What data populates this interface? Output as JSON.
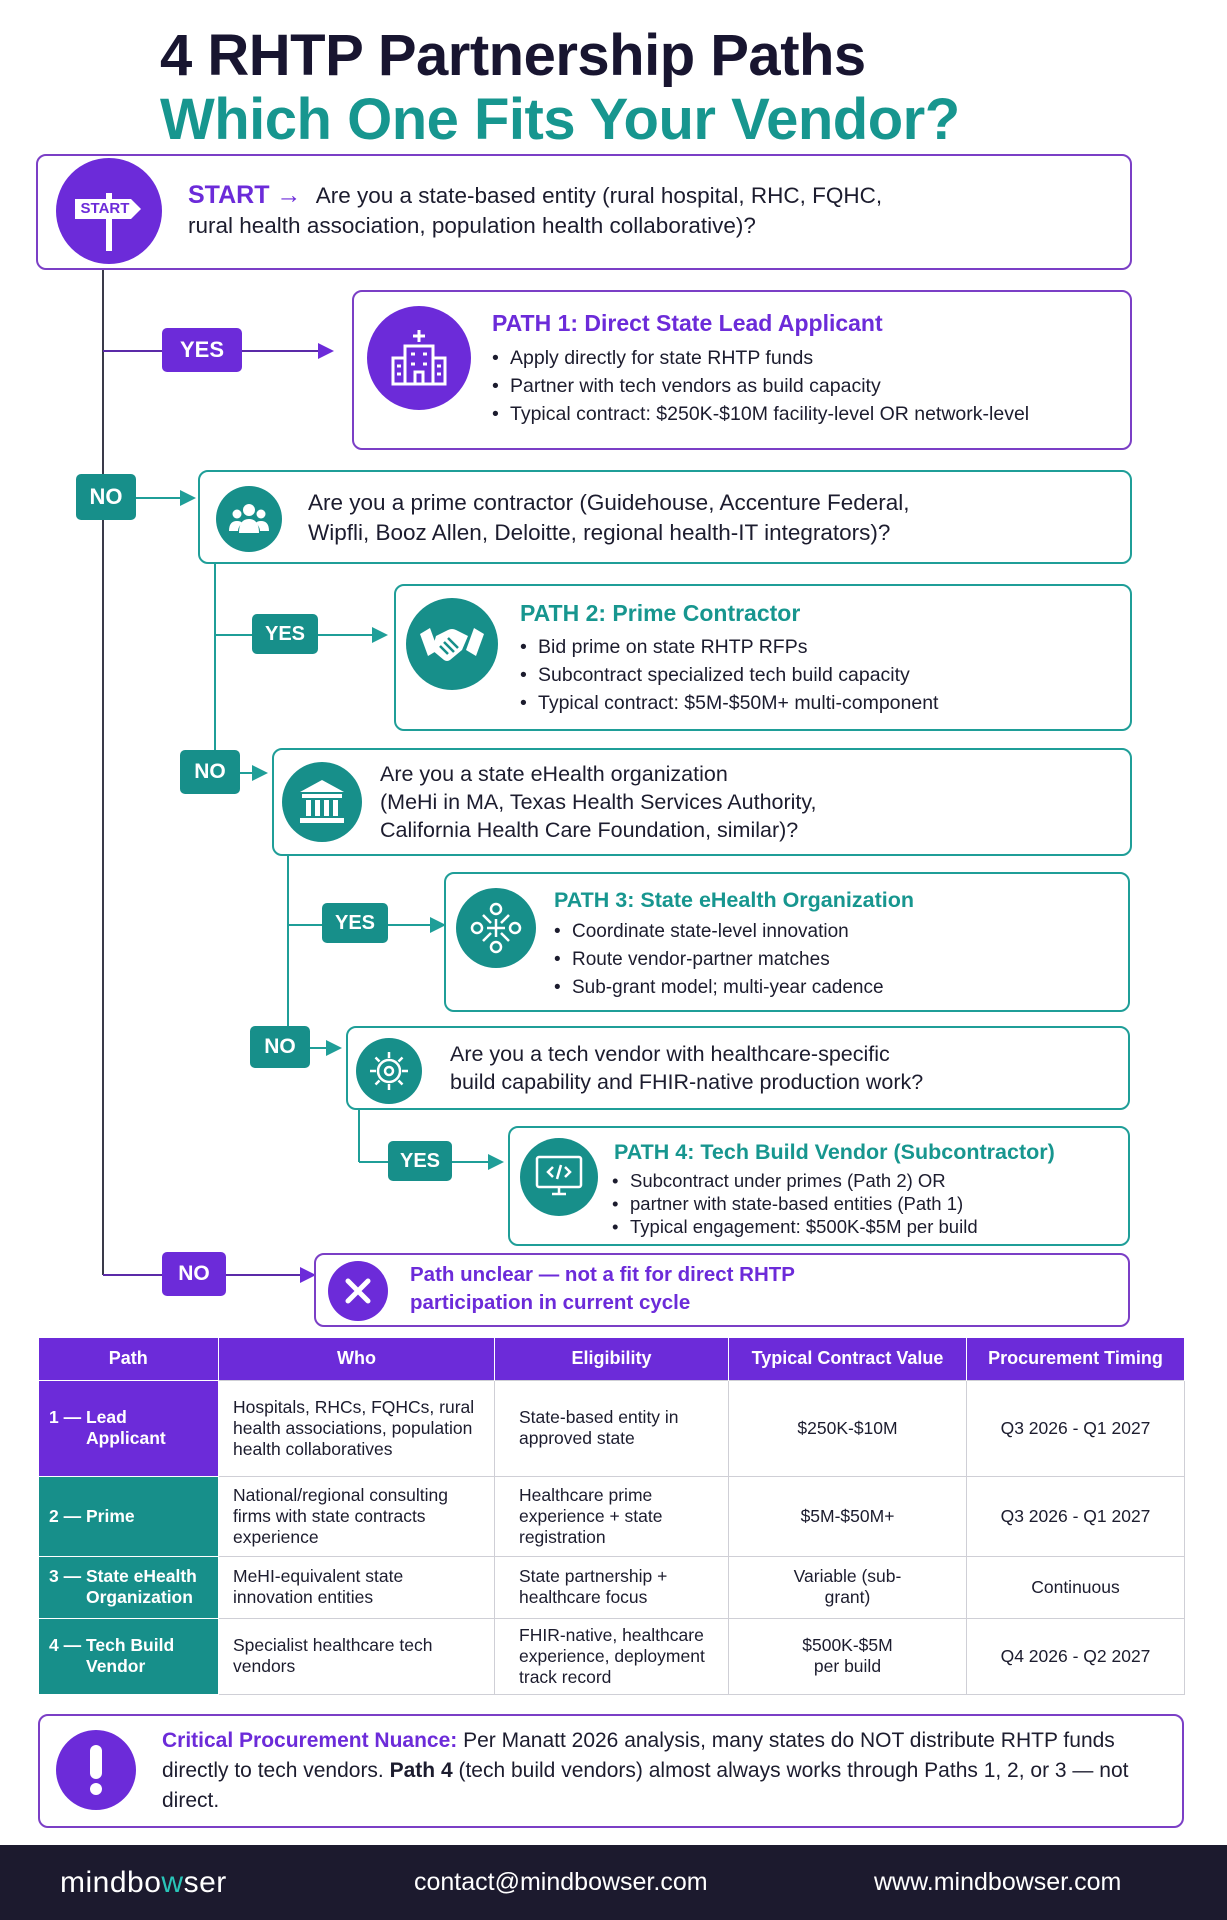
{
  "header": {
    "title_line1": "4 RHTP Partnership Paths",
    "title_line2": "Which One Fits Your Vendor?"
  },
  "start": {
    "sign_label": "START",
    "lead": "START →",
    "question_line1": "Are you a state-based entity (rural hospital, RHC, FQHC,",
    "question_line2": "rural health association, population health collaborative)?"
  },
  "labels": {
    "yes": "YES",
    "no": "NO"
  },
  "path1": {
    "title": "PATH 1: Direct State Lead Applicant",
    "bullets": [
      "Apply directly for state RHTP funds",
      "Partner with tech vendors as build capacity",
      "Typical contract: $250K-$10M facility-level OR network-level"
    ],
    "icon": "hospital-icon"
  },
  "question2": {
    "line1": "Are you a prime contractor (Guidehouse, Accenture Federal,",
    "line2": "Wipfli, Booz Allen, Deloitte, regional health-IT integrators)?",
    "icon": "people-group-icon"
  },
  "path2": {
    "title": "PATH 2: Prime Contractor",
    "bullets": [
      "Bid prime on state RHTP RFPs",
      "Subcontract specialized tech build capacity",
      "Typical contract: $5M-$50M+ multi-component"
    ],
    "icon": "handshake-icon"
  },
  "question3": {
    "line1": "Are you a state eHealth organization",
    "line2": "(MeHi in MA, Texas Health Services Authority,",
    "line3": "California Health Care Foundation, similar)?",
    "icon": "government-building-icon"
  },
  "path3": {
    "title": "PATH 3: State eHealth Organization",
    "bullets": [
      "Coordinate state-level innovation",
      "Route vendor-partner matches",
      "Sub-grant model; multi-year cadence"
    ],
    "icon": "network-icon"
  },
  "question4": {
    "line1": "Are you a tech vendor with healthcare-specific",
    "line2": "build capability and FHIR-native production work?",
    "icon": "gear-circuit-icon"
  },
  "path4": {
    "title": "PATH 4: Tech Build Vendor (Subcontractor)",
    "bullets": [
      "Subcontract under primes (Path 2) OR",
      "partner with state-based entities (Path 1)",
      "Typical engagement: $500K-$5M per build"
    ],
    "icon": "code-monitor-icon"
  },
  "unclear": {
    "line1": "Path unclear — not a fit for direct RHTP",
    "line2": "participation in current cycle",
    "icon": "close-icon"
  },
  "table": {
    "headers": [
      "Path",
      "Who",
      "Eligibility",
      "Typical Contract Value",
      "Procurement Timing"
    ],
    "rows": [
      {
        "num": "1 —",
        "path": "Lead Applicant",
        "who": "Hospitals, RHCs, FQHCs, rural health associations, population health collaboratives",
        "eligibility": "State-based entity in approved state",
        "value": "$250K-$10M",
        "timing": "Q3 2026 - Q1 2027"
      },
      {
        "num": "2 —",
        "path": "Prime",
        "who": "National/regional consulting firms with state contracts experience",
        "eligibility": "Healthcare prime experience + state registration",
        "value": "$5M-$50M+",
        "timing": "Q3 2026 - Q1 2027"
      },
      {
        "num": "3 —",
        "path": "State eHealth Organization",
        "who": "MeHI-equivalent state innovation entities",
        "eligibility": "State partnership + healthcare focus",
        "value": "Variable (sub-grant)",
        "timing": "Continuous"
      },
      {
        "num": "4 —",
        "path": "Tech Build Vendor",
        "who": "Specialist healthcare tech vendors",
        "eligibility": "FHIR-native, healthcare experience, deployment track record",
        "value": "$500K-$5M per build",
        "timing": "Q4 2026 - Q2 2027"
      }
    ]
  },
  "nuance": {
    "lead": "Critical Procurement Nuance:",
    "text1": " Per Manatt 2026 analysis, many states do NOT distribute RHTP funds directly to tech vendors. ",
    "bold": "Path 4",
    "text2": " (tech build vendors) almost always works through Paths 1, 2, or 3 — not direct.",
    "icon": "exclamation-icon"
  },
  "footer": {
    "brand_part1": "mindbo",
    "brand_w": "w",
    "brand_part2": "ser",
    "email": "contact@mindbowser.com",
    "website": "www.mindbowser.com"
  },
  "colors": {
    "purple": "#6c2bd9",
    "teal": "#178f8a",
    "navy": "#1c1a2e"
  }
}
